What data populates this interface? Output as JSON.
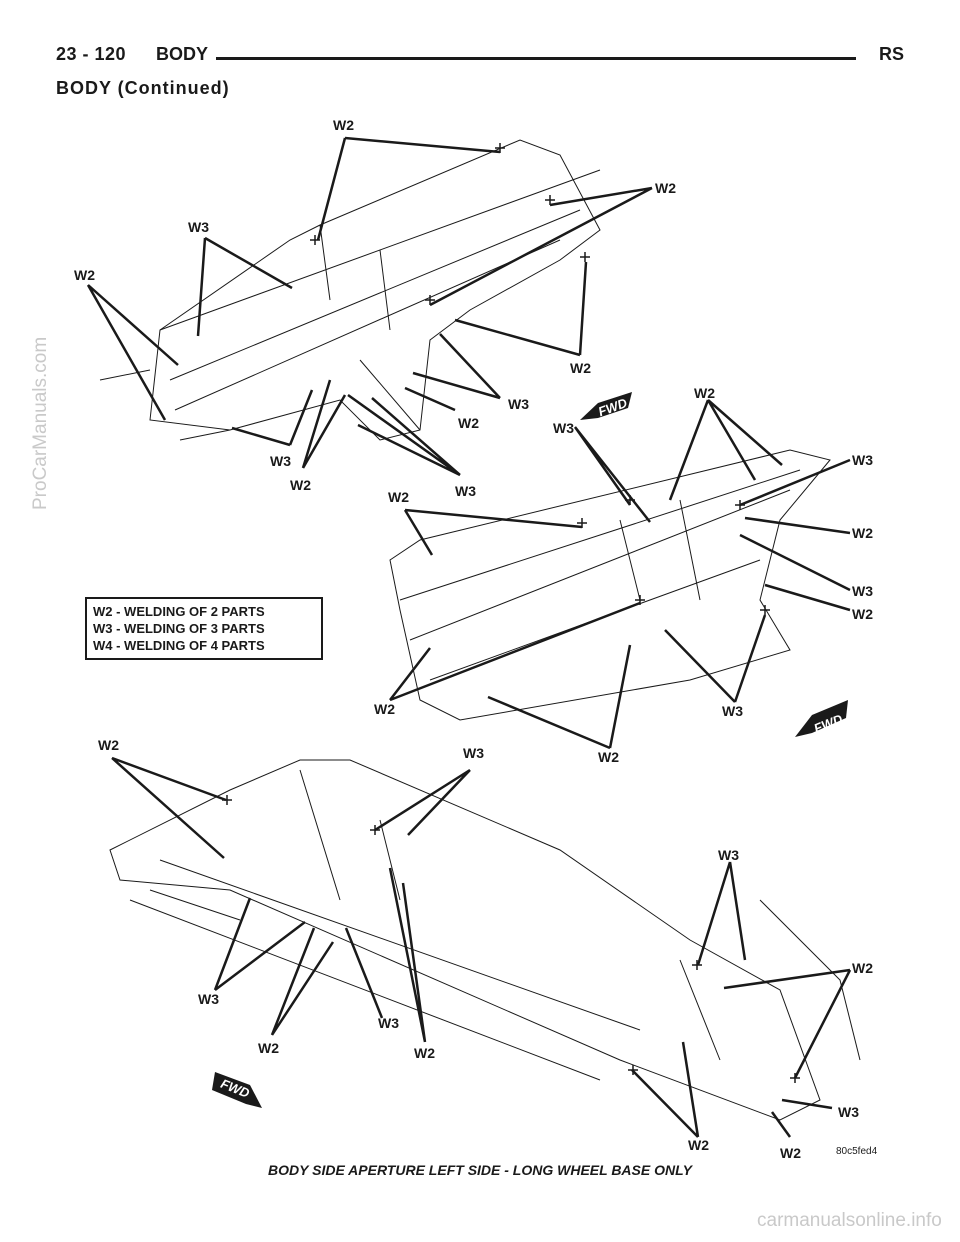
{
  "header": {
    "page_number": "23 - 120",
    "section": "BODY",
    "code": "RS"
  },
  "continued": "BODY (Continued)",
  "legend": [
    "W2 - WELDING OF 2 PARTS",
    "W3 - WELDING OF 3 PARTS",
    "W4 - WELDING OF 4 PARTS"
  ],
  "fwd_label": "FWD",
  "labels": {
    "w2": "W2",
    "w3": "W3"
  },
  "caption": "BODY SIDE APERTURE LEFT SIDE - LONG WHEEL BASE ONLY",
  "figure_ref": "80c5fed4",
  "watermarks": {
    "side": "ProCarManuals.com",
    "site": "carmanualsonline.info"
  }
}
